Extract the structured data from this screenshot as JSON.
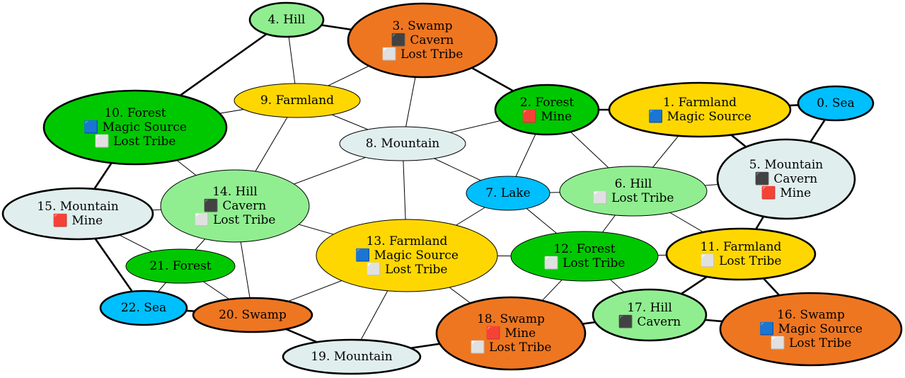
{
  "colors": {
    "Sea": "#00bfff",
    "Lake": "#00bfff",
    "Farmland": "#ffd700",
    "Forest": "#00c800",
    "Swamp": "#ee7621",
    "Hill": "#90ee90",
    "Mountain": "#e0eeee",
    "feature_Magic Source": "#1e6fd9",
    "feature_Cavern": "#333333",
    "feature_Mine": "#e8312a",
    "feature_Lost Tribe": "#eeeeee"
  },
  "nodes": [
    {
      "id": 0,
      "label": "0. Sea",
      "terrain": "Sea",
      "features": []
    },
    {
      "id": 1,
      "label": "1. Farmland",
      "terrain": "Farmland",
      "features": [
        {
          "icon": "🟦",
          "name": "Magic Source"
        }
      ]
    },
    {
      "id": 2,
      "label": "2. Forest",
      "terrain": "Forest",
      "features": [
        {
          "icon": "🟥",
          "name": "Mine"
        }
      ]
    },
    {
      "id": 3,
      "label": "3. Swamp",
      "terrain": "Swamp",
      "features": [
        {
          "icon": "⬛",
          "name": "Cavern"
        },
        {
          "icon": "⬜",
          "name": "Lost Tribe"
        }
      ]
    },
    {
      "id": 4,
      "label": "4. Hill",
      "terrain": "Hill",
      "features": []
    },
    {
      "id": 5,
      "label": "5. Mountain",
      "terrain": "Mountain",
      "features": [
        {
          "icon": "⬛",
          "name": "Cavern"
        },
        {
          "icon": "🟥",
          "name": "Mine"
        }
      ]
    },
    {
      "id": 6,
      "label": "6. Hill",
      "terrain": "Hill",
      "features": [
        {
          "icon": "⬜",
          "name": "Lost Tribe"
        }
      ]
    },
    {
      "id": 7,
      "label": "7. Lake",
      "terrain": "Lake",
      "features": []
    },
    {
      "id": 8,
      "label": "8. Mountain",
      "terrain": "Mountain",
      "features": []
    },
    {
      "id": 9,
      "label": "9. Farmland",
      "terrain": "Farmland",
      "features": []
    },
    {
      "id": 10,
      "label": "10. Forest",
      "terrain": "Forest",
      "features": [
        {
          "icon": "🟦",
          "name": "Magic Source"
        },
        {
          "icon": "⬜",
          "name": "Lost Tribe"
        }
      ]
    },
    {
      "id": 11,
      "label": "11. Farmland",
      "terrain": "Farmland",
      "features": [
        {
          "icon": "⬜",
          "name": "Lost Tribe"
        }
      ]
    },
    {
      "id": 12,
      "label": "12. Forest",
      "terrain": "Forest",
      "features": [
        {
          "icon": "⬜",
          "name": "Lost Tribe"
        }
      ]
    },
    {
      "id": 13,
      "label": "13. Farmland",
      "terrain": "Farmland",
      "features": [
        {
          "icon": "🟦",
          "name": "Magic Source"
        },
        {
          "icon": "⬜",
          "name": "Lost Tribe"
        }
      ]
    },
    {
      "id": 14,
      "label": "14. Hill",
      "terrain": "Hill",
      "features": [
        {
          "icon": "⬛",
          "name": "Cavern"
        },
        {
          "icon": "⬜",
          "name": "Lost Tribe"
        }
      ]
    },
    {
      "id": 15,
      "label": "15. Mountain",
      "terrain": "Mountain",
      "features": [
        {
          "icon": "🟥",
          "name": "Mine"
        }
      ]
    },
    {
      "id": 16,
      "label": "16. Swamp",
      "terrain": "Swamp",
      "features": [
        {
          "icon": "🟦",
          "name": "Magic Source"
        },
        {
          "icon": "⬜",
          "name": "Lost Tribe"
        }
      ]
    },
    {
      "id": 17,
      "label": "17. Hill",
      "terrain": "Hill",
      "features": [
        {
          "icon": "⬛",
          "name": "Cavern"
        }
      ]
    },
    {
      "id": 18,
      "label": "18. Swamp",
      "terrain": "Swamp",
      "features": [
        {
          "icon": "🟥",
          "name": "Mine"
        },
        {
          "icon": "⬜",
          "name": "Lost Tribe"
        }
      ]
    },
    {
      "id": 19,
      "label": "19. Mountain",
      "terrain": "Mountain",
      "features": []
    },
    {
      "id": 20,
      "label": "20. Swamp",
      "terrain": "Swamp",
      "features": []
    },
    {
      "id": 21,
      "label": "21. Forest",
      "terrain": "Forest",
      "features": []
    },
    {
      "id": 22,
      "label": "22. Sea",
      "terrain": "Sea",
      "features": []
    }
  ],
  "edges": [
    {
      "from": 4,
      "to": 3,
      "border": true
    },
    {
      "from": 4,
      "to": 10,
      "border": true
    },
    {
      "from": 4,
      "to": 9,
      "border": false
    },
    {
      "from": 3,
      "to": 9,
      "border": false
    },
    {
      "from": 3,
      "to": 8,
      "border": false
    },
    {
      "from": 3,
      "to": 2,
      "border": true
    },
    {
      "from": 9,
      "to": 10,
      "border": false
    },
    {
      "from": 9,
      "to": 8,
      "border": false
    },
    {
      "from": 9,
      "to": 14,
      "border": false
    },
    {
      "from": 2,
      "to": 1,
      "border": true
    },
    {
      "from": 2,
      "to": 8,
      "border": false
    },
    {
      "from": 2,
      "to": 7,
      "border": false
    },
    {
      "from": 2,
      "to": 6,
      "border": false
    },
    {
      "from": 1,
      "to": 0,
      "border": true
    },
    {
      "from": 1,
      "to": 5,
      "border": true
    },
    {
      "from": 1,
      "to": 6,
      "border": false
    },
    {
      "from": 0,
      "to": 5,
      "border": true
    },
    {
      "from": 5,
      "to": 6,
      "border": false
    },
    {
      "from": 5,
      "to": 11,
      "border": true
    },
    {
      "from": 10,
      "to": 15,
      "border": true
    },
    {
      "from": 10,
      "to": 14,
      "border": false
    },
    {
      "from": 8,
      "to": 14,
      "border": false
    },
    {
      "from": 8,
      "to": 7,
      "border": false
    },
    {
      "from": 8,
      "to": 13,
      "border": false
    },
    {
      "from": 7,
      "to": 6,
      "border": false
    },
    {
      "from": 7,
      "to": 13,
      "border": false
    },
    {
      "from": 7,
      "to": 12,
      "border": false
    },
    {
      "from": 6,
      "to": 12,
      "border": false
    },
    {
      "from": 6,
      "to": 11,
      "border": false
    },
    {
      "from": 15,
      "to": 14,
      "border": false
    },
    {
      "from": 15,
      "to": 21,
      "border": false
    },
    {
      "from": 15,
      "to": 22,
      "border": true
    },
    {
      "from": 14,
      "to": 21,
      "border": false
    },
    {
      "from": 14,
      "to": 13,
      "border": false
    },
    {
      "from": 14,
      "to": 20,
      "border": false
    },
    {
      "from": 21,
      "to": 22,
      "border": false
    },
    {
      "from": 21,
      "to": 20,
      "border": false
    },
    {
      "from": 22,
      "to": 20,
      "border": true
    },
    {
      "from": 13,
      "to": 12,
      "border": false
    },
    {
      "from": 13,
      "to": 20,
      "border": false
    },
    {
      "from": 13,
      "to": 19,
      "border": false
    },
    {
      "from": 13,
      "to": 18,
      "border": false
    },
    {
      "from": 12,
      "to": 11,
      "border": false
    },
    {
      "from": 12,
      "to": 18,
      "border": false
    },
    {
      "from": 12,
      "to": 17,
      "border": false
    },
    {
      "from": 11,
      "to": 17,
      "border": true
    },
    {
      "from": 11,
      "to": 16,
      "border": true
    },
    {
      "from": 20,
      "to": 19,
      "border": true
    },
    {
      "from": 19,
      "to": 18,
      "border": true
    },
    {
      "from": 18,
      "to": 17,
      "border": true
    },
    {
      "from": 17,
      "to": 16,
      "border": true
    }
  ]
}
